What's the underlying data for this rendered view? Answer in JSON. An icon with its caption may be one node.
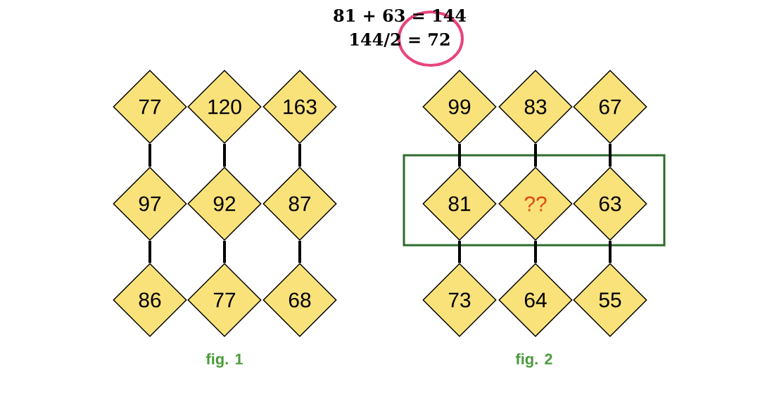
{
  "diagram": {
    "nodes": [
      {
        "text": [
          "77"
        ]
      },
      {
        "text": [
          "120"
        ]
      },
      {
        "text": [
          "163"
        ]
      },
      {
        "text": [
          "97"
        ]
      },
      {
        "text": [
          "92"
        ]
      },
      {
        "text": [
          "87"
        ]
      },
      {
        "text": [
          "86"
        ]
      },
      {
        "text": [
          "77"
        ]
      },
      {
        "text": [
          "68"
        ]
      },
      {
        "text": [
          "99"
        ]
      },
      {
        "text": [
          "83"
        ]
      },
      {
        "text": [
          "67"
        ]
      },
      {
        "text": [],
        "shape": "box"
      },
      {
        "text": [
          "81"
        ],
        "in": 12
      },
      {
        "text": [
          "??"
        ],
        "in": 12
      },
      {
        "text": [
          "63"
        ],
        "in": 12
      },
      {
        "text": [
          "73"
        ]
      },
      {
        "text": [
          "64"
        ]
      },
      {
        "text": [
          "55"
        ]
      },
      {
        "text": [],
        "shape": "circle"
      }
    ],
    "edges": [
      {
        "from": 0,
        "to": 3,
        "arrow": "none"
      },
      {
        "from": 1,
        "to": 4,
        "arrow": "none"
      },
      {
        "from": 2,
        "to": 5,
        "arrow": "none"
      },
      {
        "from": 3,
        "to": 6,
        "arrow": "none"
      },
      {
        "from": 4,
        "to": 7,
        "arrow": "none"
      },
      {
        "from": 5,
        "to": 8,
        "arrow": "none"
      },
      {
        "from": 9,
        "to": 13,
        "arrow": "none"
      },
      {
        "from": 10,
        "to": 14,
        "arrow": "none"
      },
      {
        "from": 11,
        "to": 15,
        "arrow": "none"
      },
      {
        "from": 13,
        "to": 16,
        "arrow": "none"
      },
      {
        "from": 14,
        "to": 17,
        "arrow": "none"
      },
      {
        "from": 15,
        "to": 18,
        "arrow": "none"
      }
    ],
    "labels": [
      "81 + 63 = 144",
      "144/2 = 72",
      "fig. 1",
      "fig. 2"
    ]
  }
}
